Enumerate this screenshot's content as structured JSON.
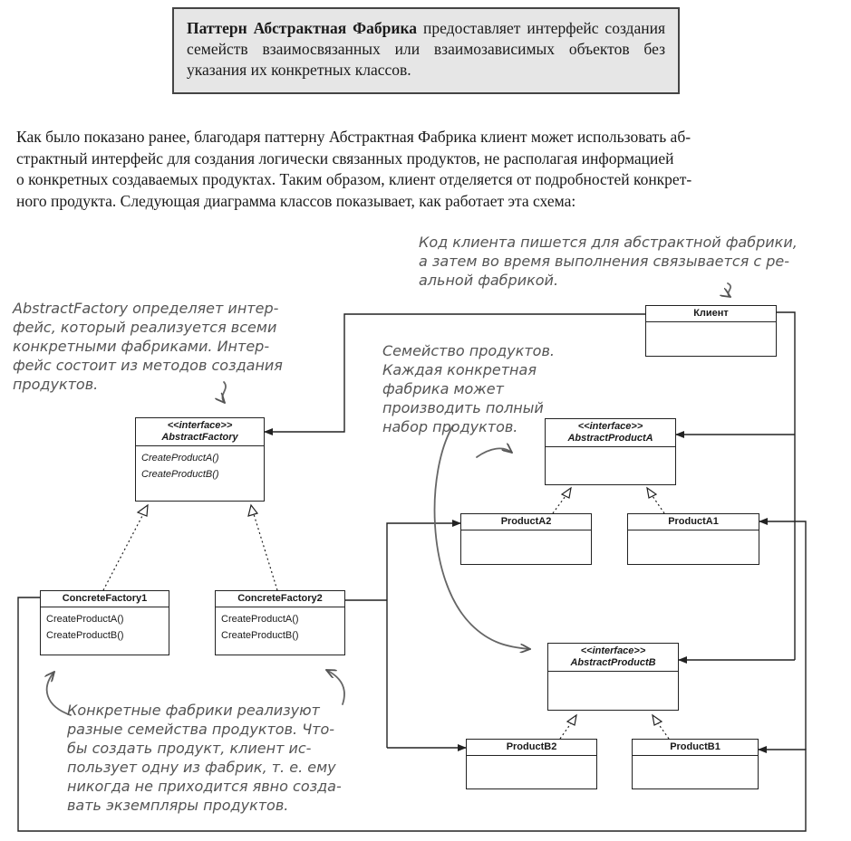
{
  "definition": {
    "bold": "Паттерн Абстрактная Фабрика",
    "rest": " предоставляет интерфейс создания семейств взаимосвязанных или взаимозависимых объектов без указания их конкретных классов."
  },
  "intro_lines": [
    "Как было показано ранее, благодаря паттерну Абстрактная Фабрика клиент может использовать аб-",
    "страктный интерфейс для создания логически связанных продуктов, не располагая информацией",
    "о конкретных создаваемых продуктах. Таким образом, клиент отделяется от подробностей конкрет-",
    "ного продукта. Следующая диаграмма классов показывает, как работает эта схема:"
  ],
  "classes": {
    "client": {
      "name": "Клиент"
    },
    "abstract_factory": {
      "stereotype": "<<interface>>",
      "name": "AbstractFactory",
      "ops": [
        "CreateProductA()",
        "CreateProductB()"
      ]
    },
    "concrete_factory1": {
      "name": "ConcreteFactory1",
      "ops": [
        "CreateProductA()",
        "CreateProductB()"
      ]
    },
    "concrete_factory2": {
      "name": "ConcreteFactory2",
      "ops": [
        "CreateProductA()",
        "CreateProductB()"
      ]
    },
    "abstract_product_a": {
      "stereotype": "<<interface>>",
      "name": "AbstractProductA"
    },
    "product_a2": {
      "name": "ProductA2"
    },
    "product_a1": {
      "name": "ProductA1"
    },
    "abstract_product_b": {
      "stereotype": "<<interface>>",
      "name": "AbstractProductB"
    },
    "product_b2": {
      "name": "ProductB2"
    },
    "product_b1": {
      "name": "ProductB1"
    }
  },
  "notes": {
    "client_note": [
      "Код клиента пишется для абстрактной фабрики,",
      "а затем во время выполнения связывается с ре-",
      "альной фабрикой."
    ],
    "factory_note": [
      "AbstractFactory определяет интер-",
      "фейс, который реализуется всеми",
      "конкретными фабриками. Интер-",
      "фейс состоит из методов создания",
      "продуктов."
    ],
    "family_note": [
      "Семейство продуктов.",
      "Каждая конкретная",
      "фабрика может",
      "производить полный",
      "набор продуктов."
    ],
    "concrete_note": [
      "Конкретные фабрики реализуют",
      "разные семейства продуктов. Что-",
      "бы создать продукт, клиент ис-",
      "пользует одну из фабрик, т. е. ему",
      "никогда не приходится явно созда-",
      "вать экземпляры продуктов."
    ]
  }
}
